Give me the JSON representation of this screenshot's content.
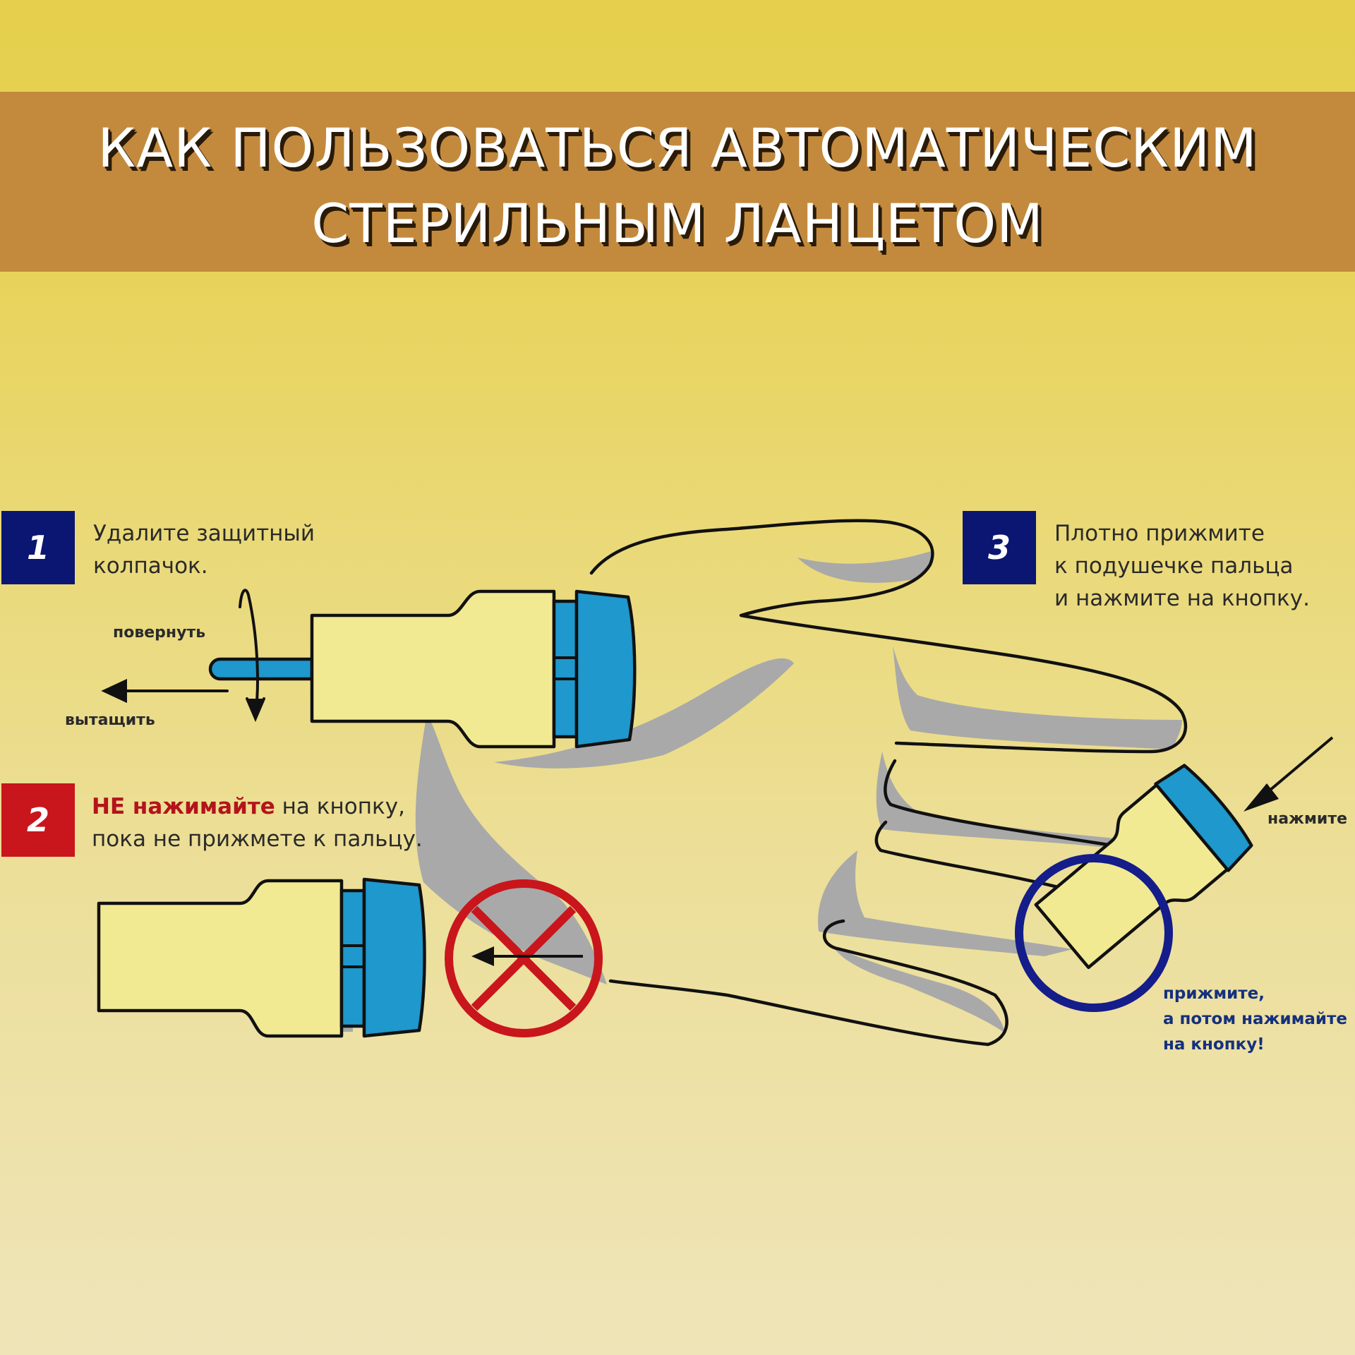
{
  "title": {
    "line1": "КАК ПОЛЬЗОВАТЬСЯ АВТОМАТИЧЕСКИМ",
    "line2": "СТЕРИЛЬНЫМ ЛАНЦЕТОМ"
  },
  "steps": [
    {
      "number": "1",
      "color": "#0a1672",
      "lines": [
        "Удалите защитный",
        "колпачок."
      ]
    },
    {
      "number": "2",
      "color": "#c8161c",
      "warning": "НЕ нажимайте",
      "line1_rest": " на кнопку,",
      "line2": "пока не прижмете к пальцу."
    },
    {
      "number": "3",
      "color": "#0a1672",
      "lines": [
        "Плотно прижмите",
        "к подушечке пальца",
        "и нажмите на кнопку."
      ]
    }
  ],
  "labels": {
    "rotate": "повернуть",
    "pull": "вытащить",
    "press": "нажмите"
  },
  "press_note": {
    "lines": [
      "прижмите,",
      "а потом нажимайте",
      "на кнопку!"
    ]
  },
  "colors": {
    "banner": "#c38a3e",
    "cap_blue": "#1e98cd",
    "outline": "#111111",
    "shadow": "#a9a9a9",
    "prohibit_red": "#c8161c",
    "circle_navy": "#141d8a"
  }
}
